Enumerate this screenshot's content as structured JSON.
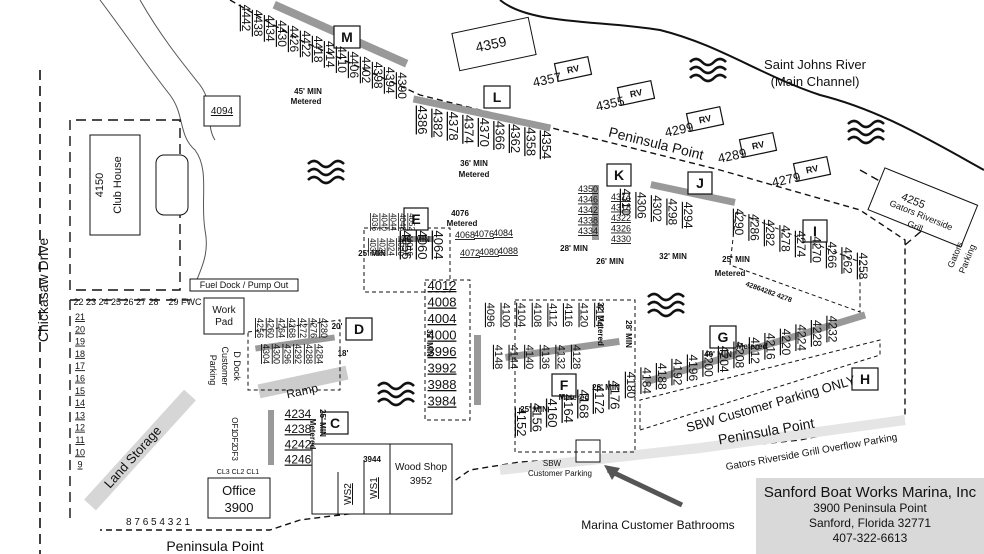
{
  "river": {
    "name": "Saint Johns River",
    "sub": "(Main Channel)"
  },
  "streets": {
    "peninsula": "Peninsula Point",
    "chickasaw": "Chickasaw Drive"
  },
  "buildings": {
    "club_house_num": "4150",
    "club_house_name": "Club House",
    "b4094": "4094",
    "b4359": "4359",
    "work_pad_1": "Work",
    "work_pad_2": "Pad",
    "office_name": "Office",
    "office_num": "3900",
    "wood_shop_1": "Wood Shop",
    "wood_shop_2": "3952",
    "b3944": "3944",
    "ws1": "WS1",
    "ws2": "WS2",
    "gators_num": "4255",
    "gators_1": "Gators Riverside",
    "gators_2": "Grill"
  },
  "labels": {
    "fuel": "Fuel Dock / Pump Out",
    "ramp": "Ramp",
    "land_storage": "Land Storage",
    "d_dock_1": "D Dock",
    "d_dock_2": "Customer",
    "d_dock_3": "Parking",
    "sbw_parking": "SBW Customer Parking ONLY",
    "overflow": "Gators Riverside Grill Overflow Parking",
    "sbw_cp_1": "SBW",
    "sbw_cp_2": "Customer Parking",
    "bathrooms": "Marina Customer Bathrooms",
    "gators_parking_1": "Gators",
    "gators_parking_2": "Parking",
    "cl": "CL3  CL2  CL1",
    "fwc": "29 FWC",
    "top_slips": "22 23 24 25 26 27 28",
    "bottom_slips": "8 7 6 5 4 3 2 1",
    "left_slips": [
      "21",
      "20",
      "19",
      "18",
      "17",
      "16",
      "15",
      "14",
      "13",
      "12",
      "11",
      "10",
      "9"
    ],
    "c_side": [
      "OF1",
      "OF2",
      "OF3"
    ],
    "m_note_1": "45' MIN",
    "m_note_2": "Metered",
    "l_note_1": "36' MIN",
    "l_note_2": "Metered",
    "e_note": "40' MIN",
    "e_note2": "25' MIN",
    "e_note3_1": "4076",
    "e_note3_2": "Metered",
    "k_note_1": "28' MIN",
    "k_note_2": "26' MIN",
    "j_note": "32' MIN",
    "i_note_1": "25' MIN",
    "i_note_2": "Metered",
    "d_note_1": "20'",
    "d_note_2": "18'",
    "c_note_1": "25' MIN",
    "c_note_2": "Metered",
    "cen_note_1": "32' MIN",
    "f_note_1": "25' MIN",
    "f_note_2": "28' MIN",
    "f_note_3": "Metered",
    "g_note_1": "40' MIN",
    "g_note_2": "Metered",
    "fn_note_1": "32' Metered",
    "fn_note_2": "28' MIN"
  },
  "docks": {
    "M": {
      "label": "M",
      "slips": [
        "4442",
        "4438",
        "4434",
        "4430",
        "4426",
        "4422",
        "4418",
        "4414",
        "4410",
        "4406",
        "4402",
        "4398",
        "4394",
        "4390"
      ]
    },
    "L": {
      "label": "L",
      "slips": [
        "4386",
        "4382",
        "4378",
        "4374",
        "4370",
        "4366",
        "4362",
        "4358",
        "4354"
      ]
    },
    "K": {
      "label": "K",
      "left": [
        "4350",
        "4346",
        "4342",
        "4338",
        "4334"
      ],
      "right": [
        "4314",
        "4318",
        "4322",
        "4326",
        "4330"
      ]
    },
    "J": {
      "label": "J",
      "slips": [
        "4310",
        "4306",
        "4302",
        "4298",
        "4294"
      ]
    },
    "I": {
      "label": "I",
      "slips": [
        "4290",
        "4286",
        "4282",
        "4278",
        "4274",
        "4270",
        "4266",
        "4262",
        "4258"
      ],
      "extra": "42864282 4278"
    },
    "E": {
      "label": "E",
      "a": [
        "4036",
        "4040",
        "4044",
        "4048",
        "4052"
      ],
      "b": [
        "4032",
        "4028",
        "4024",
        "4020",
        "4016"
      ],
      "big": [
        "4056",
        "4060",
        "4064"
      ],
      "side": [
        "4068",
        "4076",
        "4084"
      ],
      "side2": [
        "4072",
        "4080",
        "4088"
      ]
    },
    "central": [
      "4012",
      "4008",
      "4004",
      "4000",
      "3996",
      "3992",
      "3988",
      "3984"
    ],
    "F": {
      "label": "F",
      "top": [
        "4096",
        "4100",
        "4104",
        "4108",
        "4112",
        "4116",
        "4120",
        "4124"
      ],
      "mid": [
        "4148",
        "4144",
        "4140",
        "4136",
        "4132",
        "4128"
      ],
      "low": [
        "4152",
        "4156",
        "4160",
        "4164",
        "4168",
        "4172",
        "4176"
      ]
    },
    "G": {
      "label": "G",
      "slips": [
        "4180",
        "4184",
        "4188",
        "4192",
        "4196",
        "4200",
        "4204",
        "4208",
        "4212",
        "4216",
        "4220",
        "4224",
        "4228",
        "4232"
      ]
    },
    "H": {
      "label": "H"
    },
    "D": {
      "label": "D",
      "top": [
        "4256",
        "4260",
        "4264",
        "4268",
        "4272",
        "4276",
        "4280"
      ],
      "bottom": [
        "4304",
        "4300",
        "4296",
        "4292",
        "4288",
        "4284"
      ]
    },
    "C": {
      "label": "C",
      "slips": [
        "4234",
        "4238",
        "4242",
        "4246"
      ]
    },
    "RV": {
      "label": "RV",
      "nums": [
        "4357",
        "4355",
        "4299",
        "4289",
        "4279"
      ]
    }
  },
  "company": {
    "name": "Sanford Boat Works Marina, Inc",
    "address": "3900 Peninsula Point",
    "city": "Sanford, Florida 32771",
    "phone": "407-322-6613"
  }
}
